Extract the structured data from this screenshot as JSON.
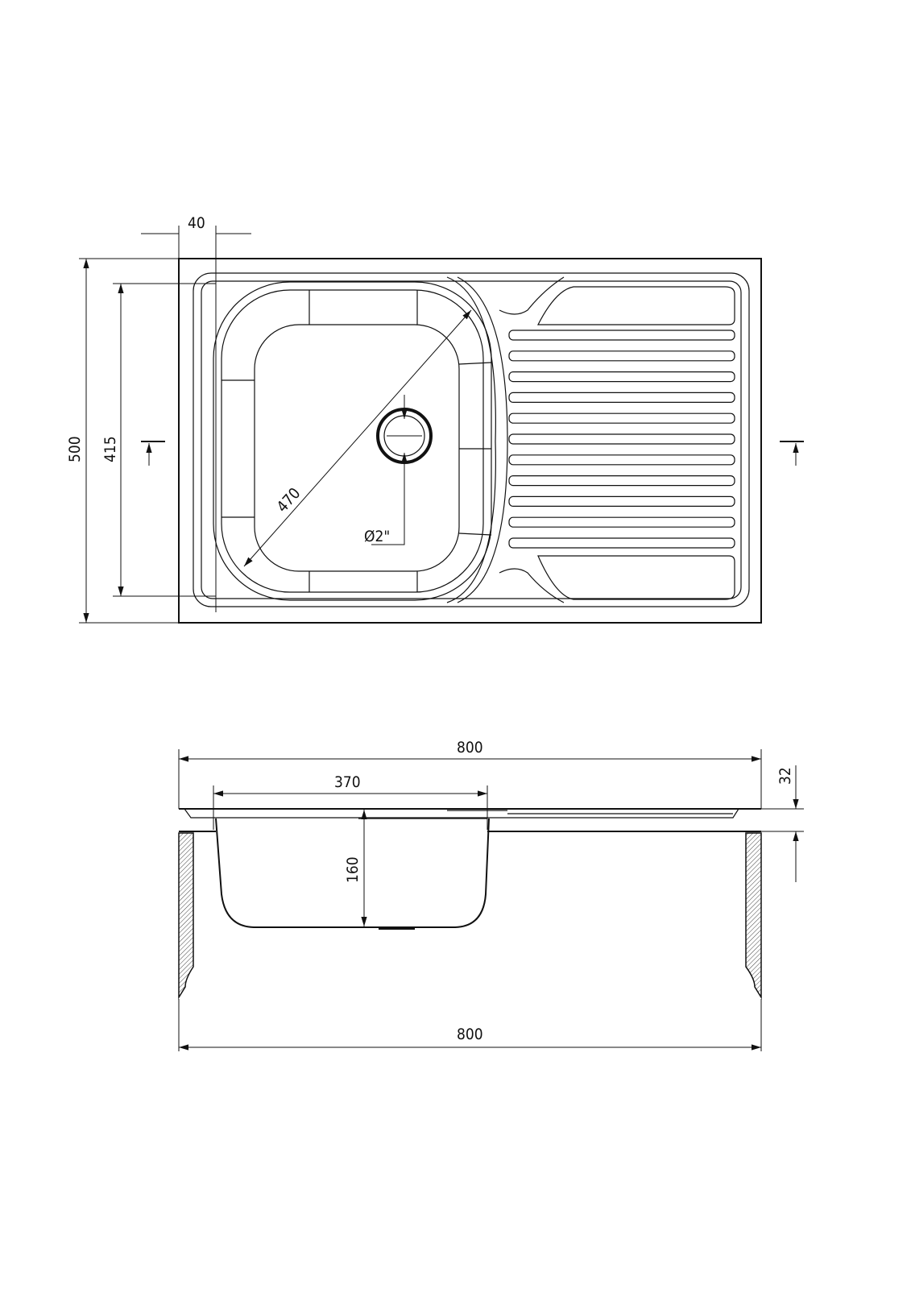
{
  "top_view": {
    "dimensions": {
      "rim_offset": "40",
      "overall_depth": "500",
      "bowl_depth": "415",
      "bowl_diagonal": "470",
      "drain_diameter": "Ø2\""
    }
  },
  "side_view": {
    "dimensions": {
      "overall_width_top": "800",
      "bowl_width": "370",
      "bowl_height": "160",
      "rim_height": "32",
      "overall_width_bottom": "800"
    }
  },
  "colors": {
    "line": "#111111",
    "background": "#ffffff"
  }
}
